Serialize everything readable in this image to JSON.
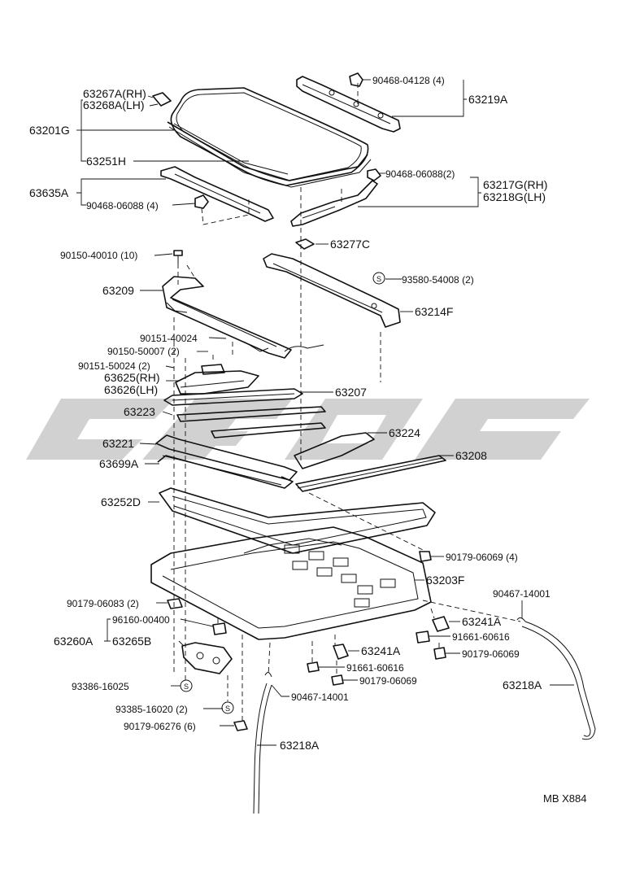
{
  "diagram_code": "MB X884",
  "s_symbol": "S",
  "labels": {
    "p63267A": "63267A",
    "p63267A_side": "(RH)",
    "p63268A": "63268A",
    "p63268A_side": "(LH)",
    "p63201G": "63201G",
    "p63251H": "63251H",
    "p63635A": "63635A",
    "p90468_06088_4": "90468-06088 (4)",
    "p90468_04128": "90468-04128 (4)",
    "p63219A": "63219A",
    "p90468_06088_2": "90468-06088(2)",
    "p63217G": "63217G",
    "p63217G_side": "(RH)",
    "p63218G": "63218G",
    "p63218G_side": "(LH)",
    "p63277C": "63277C",
    "p90150_40010": "90150-40010 (10)",
    "p63209": "63209",
    "p93580_54008": "93580-54008 (2)",
    "p63214F": "63214F",
    "p90151_40024": "90151-40024",
    "p90150_50007": "90150-50007 (2)",
    "p90151_50024": "90151-50024 (2)",
    "p63625": "63625",
    "p63625_side": "(RH)",
    "p63626": "63626",
    "p63626_side": "(LH)",
    "p63207": "63207",
    "p63223": "63223",
    "p63224": "63224",
    "p63221": "63221",
    "p63208": "63208",
    "p63699A": "63699A",
    "p63252D": "63252D",
    "p90179_06069_4": "90179-06069 (4)",
    "p63203F": "63203F",
    "p90467_14001_r": "90467-14001",
    "p90179_06083": "90179-06083 (2)",
    "p96160_00400": "96160-00400",
    "p63260A": "63260A",
    "p63265B": "63265B",
    "p63241A_r": "63241A",
    "p91661_60616_r": "91661-60616",
    "p90179_06069_r": "90179-06069",
    "p63241A_c": "63241A",
    "p91661_60616_c": "91661-60616",
    "p90179_06069_c": "90179-06069",
    "p93386_16025": "93386-16025",
    "p93385_16020": "93385-16020 (2)",
    "p90467_14001_c": "90467-14001",
    "p63218A_r": "63218A",
    "p90179_06276": "90179-06276 (6)",
    "p63218A_l": "63218A"
  }
}
